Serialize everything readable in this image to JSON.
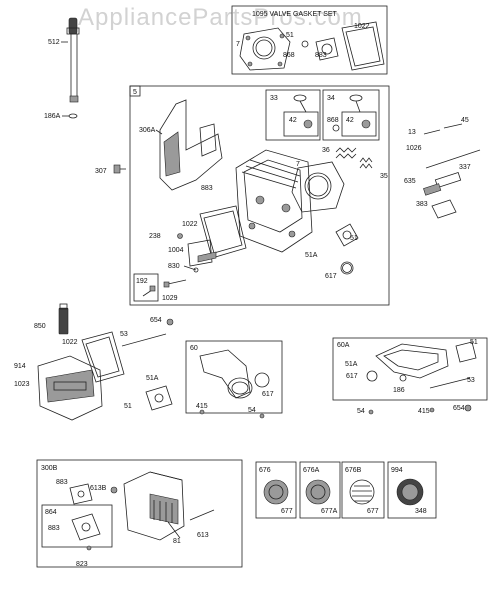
{
  "watermark": "AppliancePartsPros.com",
  "boxes": {
    "valve_gasket_set_title": "1095 VALVE GASKET SET",
    "cylinder_head_number": "5",
    "valve_intake_number": "33",
    "valve_exhaust_number": "34",
    "bolt_kit_number": "192",
    "intake_manifold_number": "60",
    "intake_manifold_alt_number": "60A",
    "muffler_number": "300B",
    "guard_number": "864",
    "screen_676": "676",
    "screen_676A": "676A",
    "screen_676B": "676B",
    "screen_994": "994"
  },
  "callouts": {
    "c512": "512",
    "c186A": "186A",
    "c307": "307",
    "c7a": "7",
    "c51a": "51",
    "c868a": "868",
    "c883a": "883",
    "c1022a": "1022",
    "c306A": "306A",
    "c883b": "883",
    "c1022b": "1022",
    "c238": "238",
    "c1004": "1004",
    "c830": "830",
    "c1029": "1029",
    "c7b": "7",
    "c36": "36",
    "c35": "35",
    "c42a": "42",
    "c42b": "42",
    "c868b": "868",
    "c51A": "51A",
    "c51b": "51",
    "c617a": "617",
    "c13": "13",
    "c45": "45",
    "c1026": "1026",
    "c337": "337",
    "c635": "635",
    "c383": "383",
    "c850": "850",
    "c1022c": "1022",
    "c914": "914",
    "c1023": "1023",
    "c53a": "53",
    "c654a": "654",
    "c51Ab": "51A",
    "c51c": "51",
    "c617b": "617",
    "c415a": "415",
    "c54a": "54",
    "c51d": "51",
    "c51Ac": "51A",
    "c617c": "617",
    "c186": "186",
    "c53b": "53",
    "c54b": "54",
    "c415b": "415",
    "c654b": "654",
    "c883c": "883",
    "c613B": "613B",
    "c883d": "883",
    "c823": "823",
    "c81": "81",
    "c613": "613",
    "c677a": "677",
    "c677A": "677A",
    "c677b": "677",
    "c348": "348"
  }
}
